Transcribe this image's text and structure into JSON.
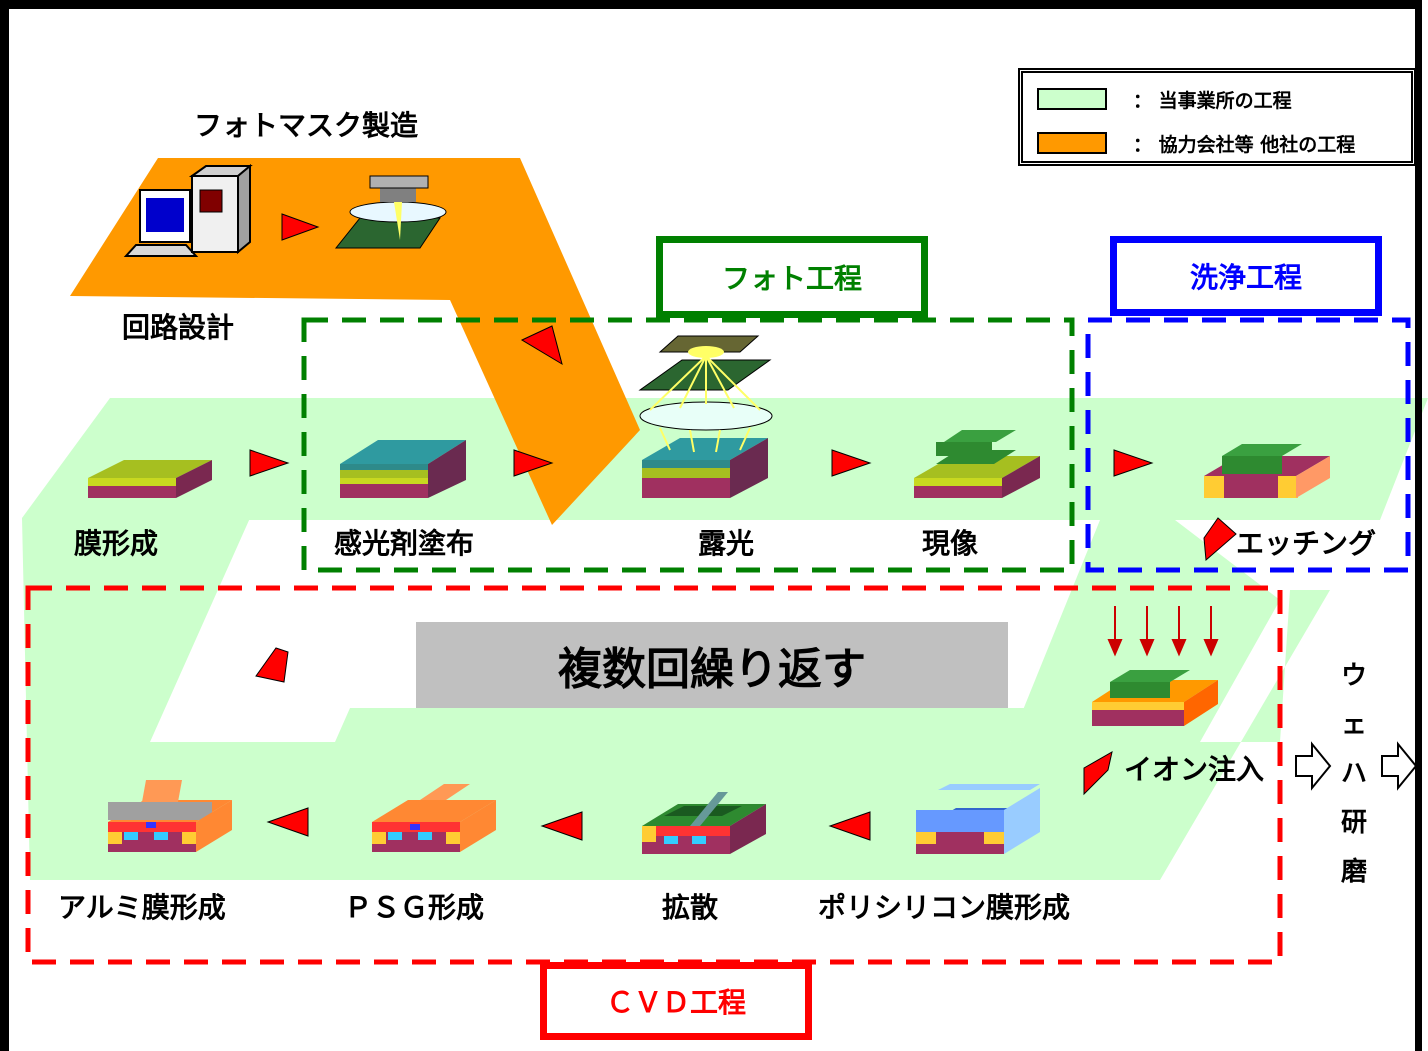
{
  "legend": {
    "own_process": {
      "text": "： 当事業所の工程",
      "color": "#ccffcc"
    },
    "partner_process": {
      "text": "： 協力会社等 他社の工程",
      "color": "#ff9900"
    }
  },
  "photomask": {
    "title": "フォトマスク製造",
    "circuit_design": "回路設計"
  },
  "groups": {
    "photo": {
      "label": "フォト工程",
      "color": "#008000"
    },
    "cleaning": {
      "label": "洗浄工程",
      "color": "#0000ff"
    },
    "cvd": {
      "label": "ＣＶＤ工程",
      "color": "#ff0000"
    }
  },
  "steps": {
    "film": "膜形成",
    "resist": "感光剤塗布",
    "exposure": "露光",
    "develop": "現像",
    "etching": "エッチング",
    "ion": "イオン注入",
    "poly": "ポリシリコン膜形成",
    "diffusion": "拡散",
    "psg": "ＰＳＧ形成",
    "aluminum": "アルミ膜形成"
  },
  "repeat_label": "複数回繰り返す",
  "wafer_polish": [
    "ウ",
    "ェ",
    "ハ",
    "研",
    "磨"
  ]
}
